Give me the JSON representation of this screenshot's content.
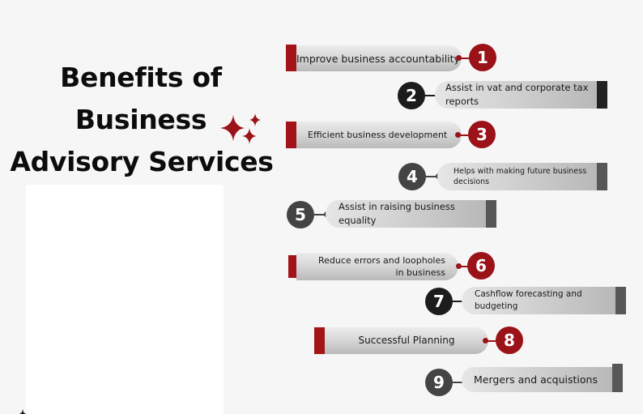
{
  "title": {
    "line1": "Benefits of",
    "line2": "Business",
    "line3": "Advisory Services"
  },
  "decoration": {
    "icon": "sparkles-icon",
    "color": "#9b1218"
  },
  "colors": {
    "accent_red": "#9b1218",
    "dark": "#1c1c1c",
    "grey": "#444444",
    "background": "#f7f6f6"
  },
  "benefits": [
    {
      "number": "1",
      "text": "Improve business accountability",
      "style": "red"
    },
    {
      "number": "2",
      "text": "Assist in vat and corporate tax reports",
      "style": "black"
    },
    {
      "number": "3",
      "text": "Efficient business development",
      "style": "red"
    },
    {
      "number": "4",
      "text": "Helps with making future business decisions",
      "style": "grey"
    },
    {
      "number": "5",
      "text": "Assist in raising business equality",
      "style": "grey"
    },
    {
      "number": "6",
      "text": "Reduce errors and loopholes in business",
      "style": "red"
    },
    {
      "number": "7",
      "text": "Cashflow forecasting and budgeting",
      "style": "black"
    },
    {
      "number": "8",
      "text": "Successful Planning",
      "style": "red"
    },
    {
      "number": "9",
      "text": "Mergers and acquistions",
      "style": "grey"
    }
  ]
}
